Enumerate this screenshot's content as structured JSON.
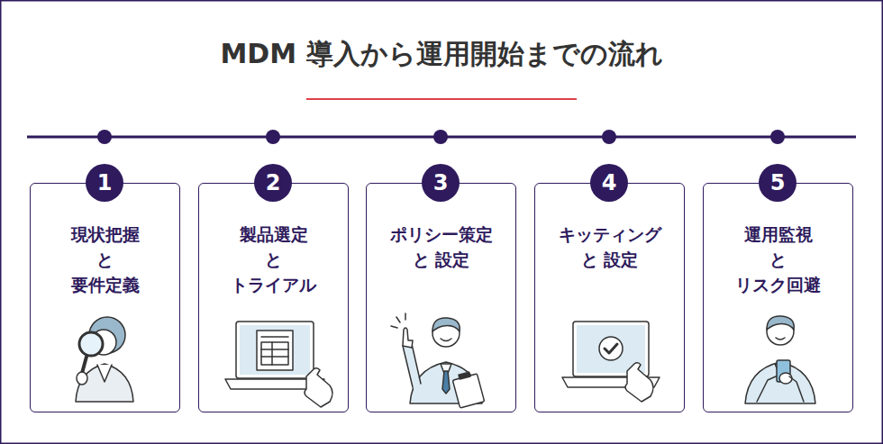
{
  "diagram": {
    "title": "MDM 導入から運用開始までの流れ",
    "nodes": [
      {
        "text": [
          "現状把握 と 要件定義"
        ]
      },
      {
        "text": [
          "1"
        ],
        "in": 0
      },
      {
        "text": [
          "製品選定 と トライアル"
        ]
      },
      {
        "text": [
          "2"
        ],
        "in": 2
      },
      {
        "text": [
          "ポリシー策定 と 設定"
        ]
      },
      {
        "text": [
          "3"
        ],
        "in": 4
      },
      {
        "text": [
          "キッティング と 設定"
        ]
      },
      {
        "text": [
          "4"
        ],
        "in": 6
      },
      {
        "text": [
          "運用監視 と リスク回避"
        ]
      },
      {
        "text": [
          "5"
        ],
        "in": 8
      }
    ]
  }
}
